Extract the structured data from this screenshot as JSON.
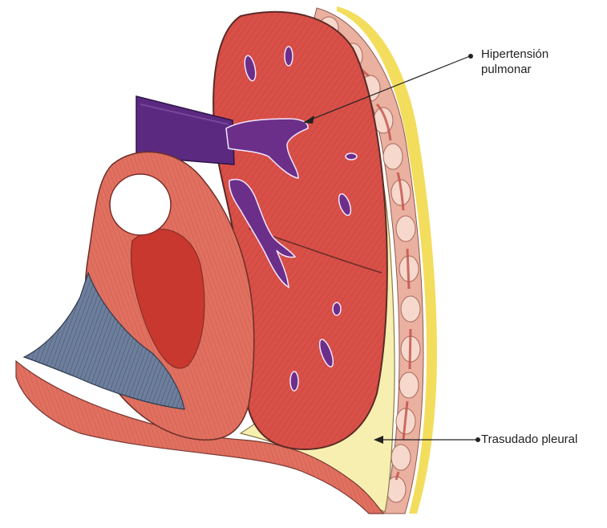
{
  "labels": {
    "hipertension": {
      "line1": "Hipertensión",
      "line2": "pulmonar"
    },
    "trasudado": "Trasudado pleural"
  },
  "colors": {
    "lung_tissue": "#d9534c",
    "vessel": "#6b2f8a",
    "pleural_fluid": "#f7efb0",
    "chest_wall": "#e89a8a",
    "heart": "#d8574a",
    "liver_blue": "#5a6f8c",
    "leader_line": "#222222"
  },
  "icons": {
    "leader_dot": "dot-marker"
  }
}
